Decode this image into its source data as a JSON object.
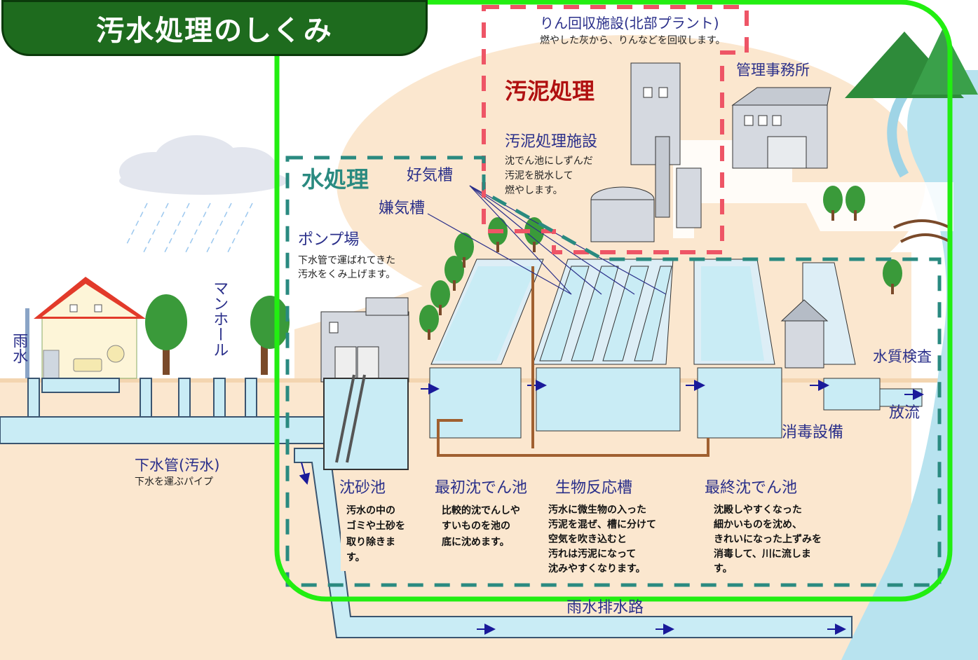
{
  "title": "汚水処理のしくみ",
  "sections": {
    "water_treatment": "水処理",
    "sludge_treatment": "汚泥処理"
  },
  "facilities": {
    "phosphorus": {
      "name": "りん回収施設(北部プラント)",
      "desc": "燃やした灰から、りんなどを回収します。"
    },
    "management": "管理事務所",
    "sludge_facility": {
      "name": "汚泥処理施設",
      "desc": "沈でん池にしずんだ\n汚泥を脱水して\n燃やします。"
    },
    "aerobic": "好気槽",
    "anaerobic": "嫌気槽",
    "pump": {
      "name": "ポンプ場",
      "desc": "下水管で運ばれてきた\n汚水をくみ上げます。"
    },
    "manhole": "マンホール",
    "rain": "雨水",
    "sewer": {
      "name": "下水管(汚水)",
      "desc": "下水を運ぶパイプ"
    },
    "water_quality": "水質検査",
    "discharge": "放流",
    "disinfection": "消毒設備",
    "storm_drain": "雨水排水路"
  },
  "stages": [
    {
      "name": "沈砂池",
      "desc": "汚水の中の\nゴミや土砂を\n取り除きま\nす。"
    },
    {
      "name": "最初沈でん池",
      "desc": "比較的沈でんしや\nすいものを池の\n底に沈めます。"
    },
    {
      "name": "生物反応槽",
      "desc": "汚水に微生物の入った\n汚泥を混ぜ、槽に分けて\n空気を吹き込むと\n汚れは汚泥になって\n沈みやすくなります。"
    },
    {
      "name": "最終沈でん池",
      "desc": "沈殿しやすくなった\n細かいものを沈め、\nきれいになった上ずみを\n消毒して、川に流しま\nす。"
    }
  ],
  "colors": {
    "green_frame": "#22ee11",
    "sludge_dash": "#ee5566",
    "water_dash": "#2a8a80",
    "title_bg": "#1e6b1e",
    "ground": "#fbe7cf",
    "water": "#c9ecf5",
    "river": "#b8e3ef",
    "label_blue": "#2a2f8a",
    "sludge_red": "#b01010"
  }
}
